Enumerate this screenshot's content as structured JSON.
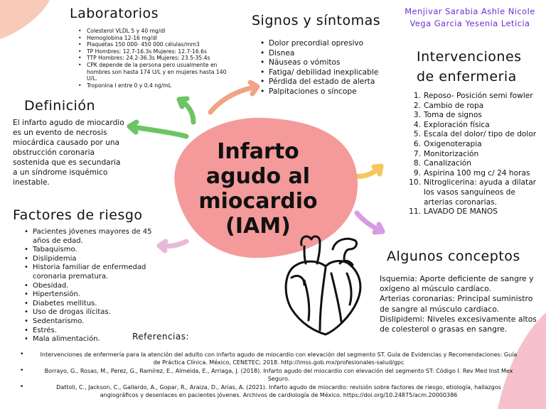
{
  "authors": [
    "Menjivar Sarabia Ashle Nicole",
    "Vega Garcia Yesenia Leticia"
  ],
  "central_title": [
    "Infarto",
    "agudo al",
    "miocardio",
    "(IAM)"
  ],
  "laboratorios": {
    "title": "Laboratorios",
    "items": [
      "Colesterol VLDL 5 y 40 mg/dl",
      "Hemoglobina 12-16 mg/dl",
      "Plaquetas 150 000- 450 000 células/mm3",
      "TP Hombres: 12.7-16.3s Mujeres: 12.7-16.6s",
      "TTP Hombres: 24.2-36.3s Mujeres: 23.5-35.4s",
      "CPK depende de la persona pero usualmente en hombres son hasta 174 U/L y en mujeres hasta 140 U/L.",
      "Troponina I entre 0 y 0.4 ng/mL"
    ]
  },
  "signos": {
    "title": "Signos y síntomas",
    "items": [
      "Dolor precordial opresivo",
      "Disnea",
      "Náuseas o vómitos",
      "Fatiga/ debilidad inexplicable",
      "Pérdida del estado de alerta",
      "Palpitaciones o síncope"
    ]
  },
  "intervenciones": {
    "title_line1": "Intervenciones",
    "title_line2": "de enfermeria",
    "items": [
      {
        "n": "1.",
        "text": "Reposo- Posición semi fowler"
      },
      {
        "n": "2.",
        "text": "Cambio de ropa"
      },
      {
        "n": "3.",
        "text": "Toma de signos"
      },
      {
        "n": "4.",
        "text": "Exploración física"
      },
      {
        "n": "5.",
        "text": "Escala del dolor/ tipo de dolor"
      },
      {
        "n": "6.",
        "text": "Oxigenoterapia"
      },
      {
        "n": "7.",
        "text": "Monitorización"
      },
      {
        "n": "8.",
        "text": "Canalización"
      },
      {
        "n": "9.",
        "text": "Aspirina 100 mg c/ 24 horas"
      },
      {
        "n": "10.",
        "text": "Nitroglicerina: ayuda a dilatar los vasos sanguíneos de arterias coronarias."
      },
      {
        "n": "11.",
        "text": "LAVADO DE MANOS"
      }
    ]
  },
  "definicion": {
    "title": "Definición",
    "text": "El infarto agudo de miocardio es un evento de necrosis miocárdica causado por una obstrucción coronaria sostenida que es secundaria a un síndrome isquémico inestable."
  },
  "factores": {
    "title": "Factores de riesgo",
    "items": [
      "Pacientes jóvenes mayores de 45 años de edad.",
      "Tabaquismo.",
      "Dislipidemia",
      "Historia familiar de enfermedad coronaria prematura.",
      "Obesidad.",
      "Hipertensión.",
      "Diabetes mellitus.",
      "Uso de drogas ilícitas.",
      "Sedentarismo.",
      "Estrés.",
      "Mala alimentación."
    ]
  },
  "conceptos": {
    "title": "Algunos conceptos",
    "paragraphs": [
      "Isquemia: Aporte deficiente de sangre y oxígeno al músculo cardíaco.",
      "Arterias coronarias: Principal suministro de sangre al músculo cardiaco.",
      "Dislipidemi: Niveles excesivamente altos de colesterol o grasas en sangre."
    ]
  },
  "referencias": {
    "title": "Referencias:",
    "items": [
      "Intervenciones de enfermería para la atención del adulto con infarto agudo de miocardio con elevación del segmento ST. Guía de Evidencias y Recomendaciones: Guía de Práctica Clínica. México, CENETEC; 2018. http://imss.gob.mx/profesionales-salud/gpc",
      "Borrayo, G., Rosas, M., Perez, G., Ramírez, E., Almeida, E., Arriaga, J. (2018). Infarto agudo del miocardio con elevación del segmento ST: Código I. Rev Med Inst Mex Seguro.",
      "Dattoli, C., Jackson, C., Gallardo, A., Gopar, R., Araiza, D., Arias, A. (2021). Infarto agudo de miocardio: revisión sobre factores de riesgo, etiología, hallazgos angiográficos y desenlaces en pacientes jóvenes. Archivos de cardiología de México. https://doi.org/10.24875/acm.20000386"
    ]
  },
  "colors": {
    "blob": "#f49a9a",
    "corner_pink": "#f6c0cc",
    "authors": "#6a2fd6",
    "arrow_green": "#6cc464",
    "arrow_salmon": "#f1a386",
    "arrow_yellow": "#f6c75a",
    "arrow_purple": "#d89be4",
    "arrow_lavender": "#e7b9d8"
  }
}
